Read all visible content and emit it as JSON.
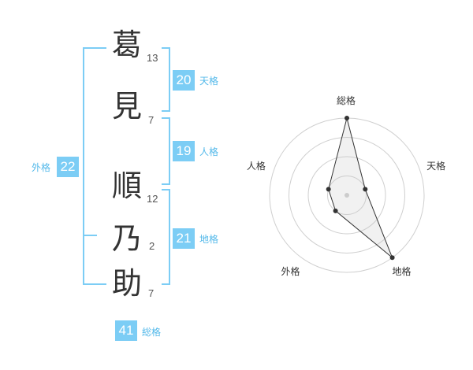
{
  "name": {
    "chars": [
      {
        "char": "葛",
        "strokes": "13"
      },
      {
        "char": "見",
        "strokes": "7"
      },
      {
        "char": "順",
        "strokes": "12"
      },
      {
        "char": "乃",
        "strokes": "2"
      },
      {
        "char": "助",
        "strokes": "7"
      }
    ]
  },
  "fortunes": {
    "tenkaku": {
      "value": "20",
      "label": "天格"
    },
    "jinkaku": {
      "value": "19",
      "label": "人格"
    },
    "chikaku": {
      "value": "21",
      "label": "地格"
    },
    "gaikaku": {
      "value": "22",
      "label": "外格"
    },
    "soukaku": {
      "value": "41",
      "label": "総格"
    }
  },
  "colors": {
    "accent": "#7ccdf5",
    "label_text": "#54b9ea",
    "polygon": "#333333"
  },
  "chart_data": {
    "type": "radar",
    "axes": [
      "総格",
      "天格",
      "地格",
      "外格",
      "人格"
    ],
    "values": [
      4,
      1,
      4,
      1,
      1
    ],
    "range": [
      0,
      4
    ],
    "rings": 4
  }
}
